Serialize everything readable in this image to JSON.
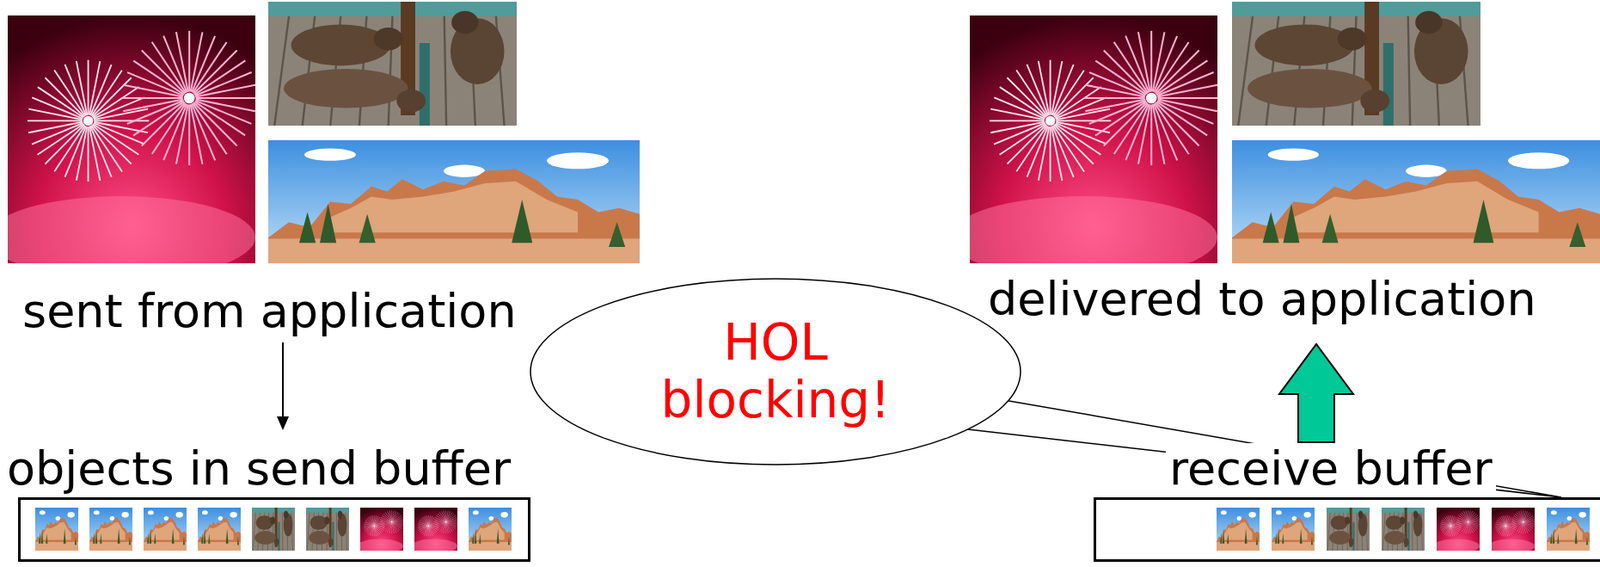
{
  "diagram": {
    "nodes": [
      {
        "text": [
          "objects in send buffer"
        ]
      },
      {
        "text": [
          "HOL blocking!"
        ]
      },
      {
        "text": [
          "receive buffer"
        ]
      }
    ],
    "edges": [
      {
        "from": 1,
        "to": 2,
        "arrow": "none"
      }
    ],
    "labels": [
      "sent from application",
      "delivered to application"
    ]
  }
}
